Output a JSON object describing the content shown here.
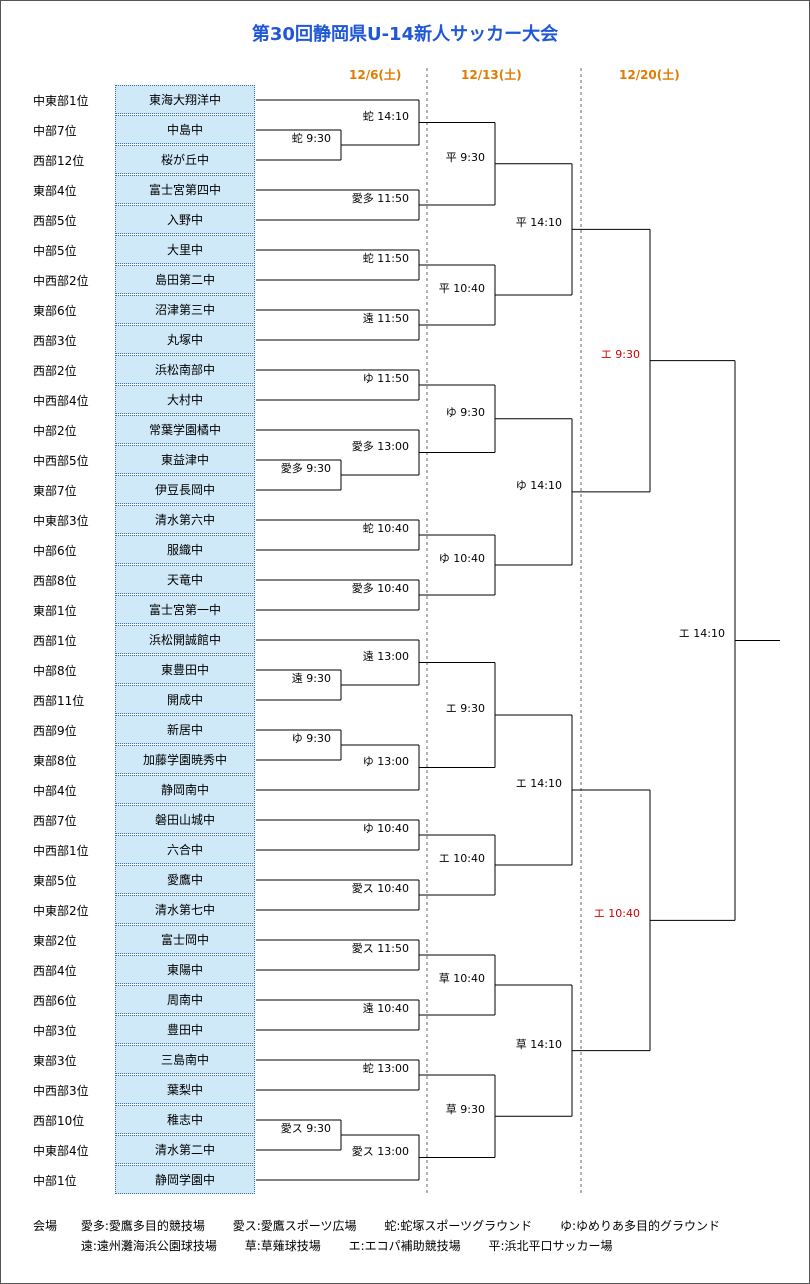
{
  "title": "第30回静岡県U-14新人サッカー大会",
  "dates": [
    "12/6(土)",
    "12/13(土)",
    "12/20(土)"
  ],
  "entries": [
    {
      "seed": "中東部1位",
      "team": "東海大翔洋中"
    },
    {
      "seed": "中部7位",
      "team": "中島中"
    },
    {
      "seed": "西部12位",
      "team": "桜が丘中"
    },
    {
      "seed": "東部4位",
      "team": "富士宮第四中"
    },
    {
      "seed": "西部5位",
      "team": "入野中"
    },
    {
      "seed": "中部5位",
      "team": "大里中"
    },
    {
      "seed": "中西部2位",
      "team": "島田第二中"
    },
    {
      "seed": "東部6位",
      "team": "沼津第三中"
    },
    {
      "seed": "西部3位",
      "team": "丸塚中"
    },
    {
      "seed": "西部2位",
      "team": "浜松南部中"
    },
    {
      "seed": "中西部4位",
      "team": "大村中"
    },
    {
      "seed": "中部2位",
      "team": "常葉学園橘中"
    },
    {
      "seed": "中西部5位",
      "team": "東益津中"
    },
    {
      "seed": "東部7位",
      "team": "伊豆長岡中"
    },
    {
      "seed": "中東部3位",
      "team": "清水第六中"
    },
    {
      "seed": "中部6位",
      "team": "服織中"
    },
    {
      "seed": "西部8位",
      "team": "天竜中"
    },
    {
      "seed": "東部1位",
      "team": "富士宮第一中"
    },
    {
      "seed": "西部1位",
      "team": "浜松開誠館中"
    },
    {
      "seed": "中部8位",
      "team": "東豊田中"
    },
    {
      "seed": "西部11位",
      "team": "開成中"
    },
    {
      "seed": "西部9位",
      "team": "新居中"
    },
    {
      "seed": "東部8位",
      "team": "加藤学園暁秀中"
    },
    {
      "seed": "中部4位",
      "team": "静岡南中"
    },
    {
      "seed": "西部7位",
      "team": "磐田山城中"
    },
    {
      "seed": "中西部1位",
      "team": "六合中"
    },
    {
      "seed": "東部5位",
      "team": "愛鷹中"
    },
    {
      "seed": "中東部2位",
      "team": "清水第七中"
    },
    {
      "seed": "東部2位",
      "team": "富士岡中"
    },
    {
      "seed": "西部4位",
      "team": "東陽中"
    },
    {
      "seed": "西部6位",
      "team": "周南中"
    },
    {
      "seed": "中部3位",
      "team": "豊田中"
    },
    {
      "seed": "東部3位",
      "team": "三島南中"
    },
    {
      "seed": "中西部3位",
      "team": "葉梨中"
    },
    {
      "seed": "西部10位",
      "team": "稚志中"
    },
    {
      "seed": "中東部4位",
      "team": "清水第二中"
    },
    {
      "seed": "中部1位",
      "team": "静岡学園中"
    }
  ],
  "prelim_matches": [
    "蛇 9:30",
    "愛多 9:30",
    "遠 9:30",
    "ゆ 9:30",
    "愛ス 9:30"
  ],
  "round1_matches": [
    "蛇 14:10",
    "愛多 11:50",
    "蛇 11:50",
    "遠 11:50",
    "ゆ 11:50",
    "愛多 13:00",
    "蛇 10:40",
    "愛多 10:40",
    "遠 13:00",
    "ゆ 13:00",
    "ゆ 10:40",
    "愛ス 10:40",
    "愛ス 11:50",
    "遠 10:40",
    "蛇 13:00",
    "愛ス 13:00"
  ],
  "round2_matches": [
    "平 9:30",
    "平 10:40",
    "ゆ 9:30",
    "ゆ 10:40",
    "エ 9:30",
    "エ 10:40",
    "草 10:40",
    "草 9:30"
  ],
  "round3_matches": [
    "平 14:10",
    "ゆ 14:10",
    "エ 14:10",
    "草 14:10"
  ],
  "semifinal_matches": [
    "エ 9:30",
    "エ 10:40"
  ],
  "final_match": "エ 14:10",
  "colors": {
    "title": "#1f57d6",
    "date": "#e07b00",
    "team_fill": "#cfe9f9",
    "highlight": "#d00000"
  },
  "venue": {
    "label": "会場",
    "row1": [
      "愛多:愛鷹多目的競技場",
      "愛ス:愛鷹スポーツ広場",
      "蛇:蛇塚スポーツグラウンド",
      "ゆ:ゆめりあ多目的グラウンド"
    ],
    "row2": [
      "遠:遠州灘海浜公園球技場",
      "草:草薙球技場",
      "エ:エコパ補助競技場",
      "平:浜北平口サッカー場"
    ]
  }
}
